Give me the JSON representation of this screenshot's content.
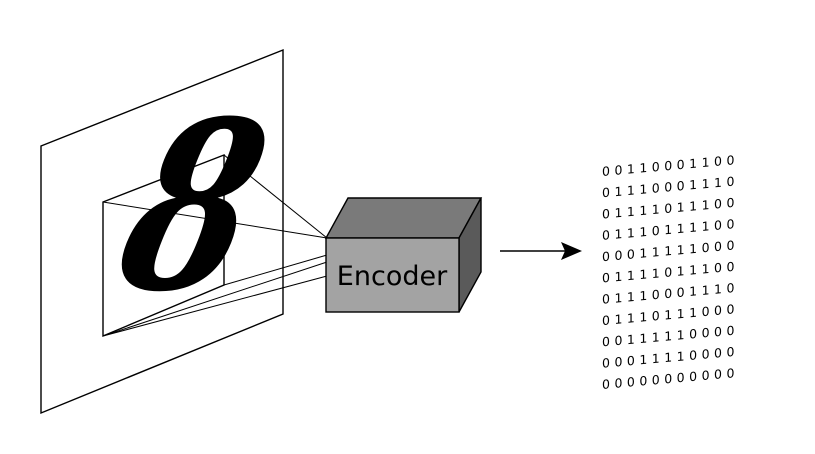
{
  "input_digit": "8",
  "encoder_label": "Encoder",
  "colors": {
    "box_front": "#a3a3a3",
    "box_top": "#7a7a7a",
    "box_side": "#5a5a5a"
  },
  "binary_rows": [
    "0011000110 0",
    "0111000111 0",
    "0111101110 0",
    "0111011110 0",
    "0001111100 0",
    "0111101110 0",
    "0111000111 0",
    "0111011100 0",
    "0011111000 0",
    "0001111000 0",
    "0000000000 0"
  ]
}
